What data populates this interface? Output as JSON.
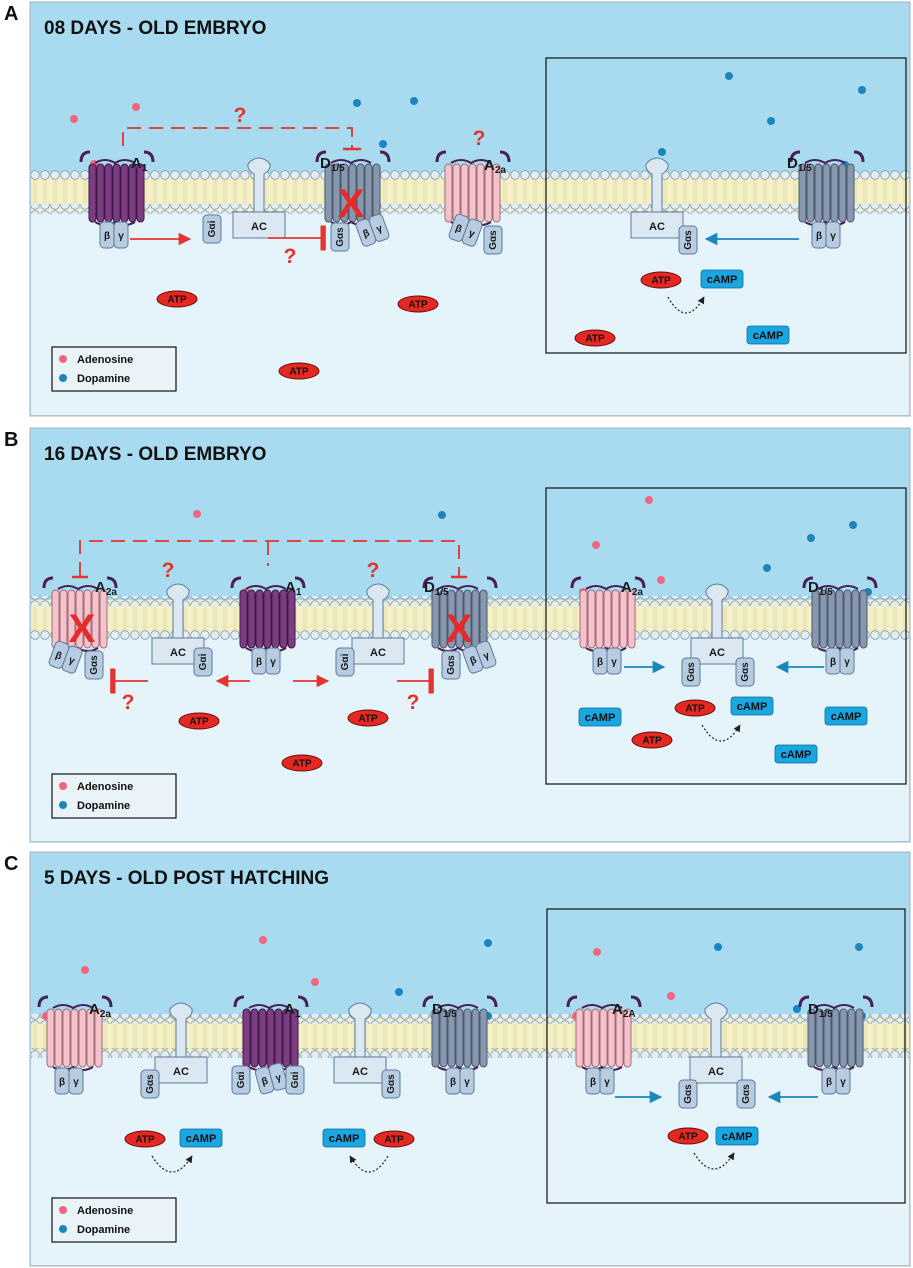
{
  "colors": {
    "outer_bg": "#a9dbf0",
    "inner_bg": "#e5f3fa",
    "membrane_head": "#e2eef5",
    "membrane_tail": "#f3efc7",
    "adenosine": "#ef6680",
    "dopamine": "#1b86be",
    "a1_receptor": "#7c3d82",
    "a2a_receptor": "#f5c2cc",
    "d15_receptor": "#8797ae",
    "g_protein": "#b7cce0",
    "atp": "#e52822",
    "camp": "#1aa6e0",
    "inhibition": "#e4342f",
    "activation_blue": "#1b86be"
  },
  "legend": {
    "adenosine": "Adenosine",
    "dopamine": "Dopamine"
  },
  "labels": {
    "a1": "A",
    "a1_sub": "1",
    "a2a": "A",
    "a2a_sub": "2a",
    "a2A_sub": "2A",
    "d15": "D",
    "d15_sub": "1/5",
    "ac": "AC",
    "gai": "Gαi",
    "gas": "Gαs",
    "beta": "β",
    "gamma": "γ",
    "atp": "ATP",
    "camp": "cAMP",
    "question": "?",
    "blocked": "X"
  },
  "panels": [
    {
      "letter": "A",
      "title": "08 DAYS - OLD EMBRYO"
    },
    {
      "letter": "B",
      "title": "16 DAYS - OLD EMBRYO"
    },
    {
      "letter": "C",
      "title": "5 DAYS - OLD POST HATCHING"
    }
  ]
}
